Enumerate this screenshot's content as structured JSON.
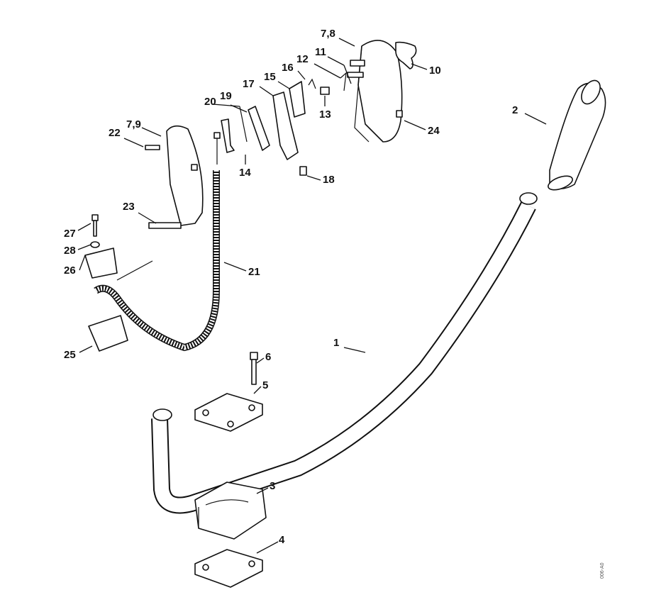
{
  "diagram": {
    "title": "Handle assembly exploded view",
    "reference_code": "006-A0",
    "callouts": [
      {
        "id": "c1",
        "label": "1"
      },
      {
        "id": "c2",
        "label": "2"
      },
      {
        "id": "c3",
        "label": "3"
      },
      {
        "id": "c4",
        "label": "4"
      },
      {
        "id": "c5",
        "label": "5"
      },
      {
        "id": "c6",
        "label": "6"
      },
      {
        "id": "c78",
        "label": "7,8"
      },
      {
        "id": "c79",
        "label": "7,9"
      },
      {
        "id": "c10",
        "label": "10"
      },
      {
        "id": "c11",
        "label": "11"
      },
      {
        "id": "c12",
        "label": "12"
      },
      {
        "id": "c13",
        "label": "13"
      },
      {
        "id": "c14",
        "label": "14"
      },
      {
        "id": "c15",
        "label": "15"
      },
      {
        "id": "c16",
        "label": "16"
      },
      {
        "id": "c17",
        "label": "17"
      },
      {
        "id": "c18",
        "label": "18"
      },
      {
        "id": "c19",
        "label": "19"
      },
      {
        "id": "c20",
        "label": "20"
      },
      {
        "id": "c21",
        "label": "21"
      },
      {
        "id": "c22",
        "label": "22"
      },
      {
        "id": "c23",
        "label": "23"
      },
      {
        "id": "c24",
        "label": "24"
      },
      {
        "id": "c25",
        "label": "25"
      },
      {
        "id": "c26",
        "label": "26"
      },
      {
        "id": "c27",
        "label": "27"
      },
      {
        "id": "c28",
        "label": "28"
      }
    ]
  }
}
